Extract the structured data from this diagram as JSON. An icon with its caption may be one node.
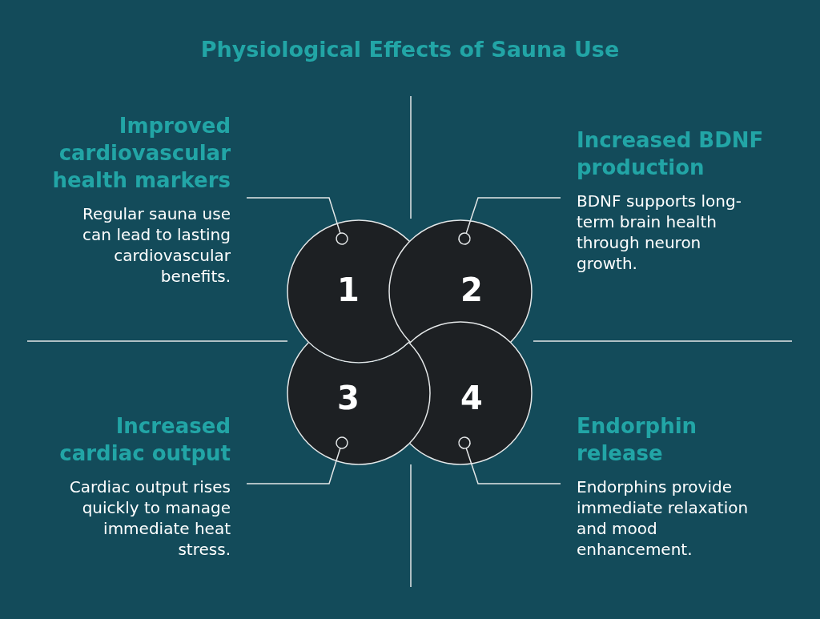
{
  "diagram": {
    "title": "Physiological Effects of Sauna Use",
    "nodes": [
      {
        "text": [
          "Improved cardiovascular health markers",
          "Regular sauna use can lead to lasting cardiovascular benefits."
        ]
      },
      {
        "text": [
          "Increased BDNF production",
          "BDNF supports long-term brain health through neuron growth."
        ]
      },
      {
        "text": [
          "1"
        ]
      },
      {
        "text": [
          "2"
        ]
      },
      {
        "text": [
          "3"
        ]
      },
      {
        "text": [
          "4"
        ]
      },
      {
        "text": [
          "Increased cardiac output",
          "Cardiac output rises quickly to manage immediate heat stress."
        ]
      },
      {
        "text": [
          "Endorphin release",
          "Endorphins provide immediate relaxation and mood enhancement."
        ]
      }
    ],
    "edges": [
      {
        "from": 0,
        "to": 2,
        "arrow": "other"
      },
      {
        "from": 1,
        "to": 3,
        "arrow": "other"
      },
      {
        "from": 6,
        "to": 4,
        "arrow": "other"
      },
      {
        "from": 7,
        "to": 5,
        "arrow": "other"
      }
    ]
  }
}
